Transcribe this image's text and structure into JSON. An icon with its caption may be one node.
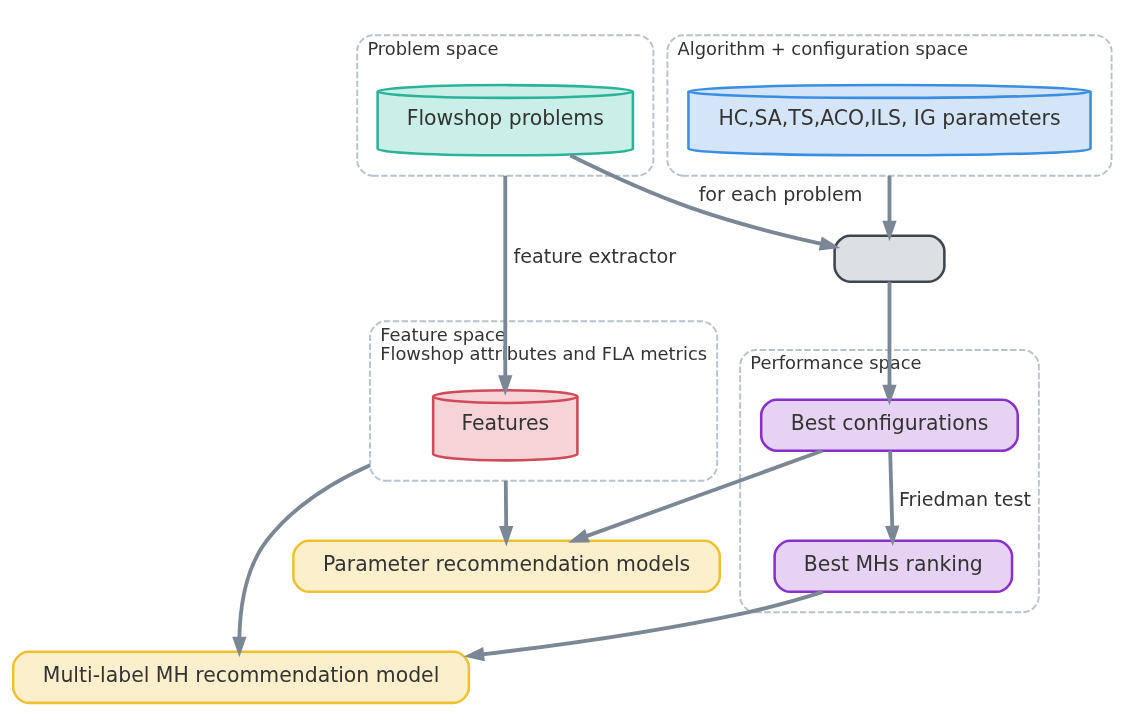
{
  "diagram": {
    "nodes": [
      {
        "text": [
          "Problem space"
        ]
      },
      {
        "text": [
          "Flowshop problems"
        ],
        "in": 0
      },
      {
        "text": [
          "Feature space",
          "Flowshop attributes and FLA metrics"
        ]
      },
      {
        "text": [
          "Features"
        ],
        "in": 2
      },
      {
        "text": [],
        "shape": "box"
      },
      {
        "text": [
          "Algorithm + configuration space"
        ]
      },
      {
        "text": [
          "HC,SA,TS,ACO,ILS, IG parameters"
        ],
        "in": 5
      },
      {
        "text": [
          "Performance space"
        ]
      },
      {
        "text": [
          "Best configurations"
        ],
        "in": 7
      },
      {
        "text": [
          "Best MHs ranking"
        ],
        "in": 7
      },
      {
        "text": [
          "Multi-label MH recommendation model"
        ]
      },
      {
        "text": [
          "Parameter recommendation models"
        ]
      }
    ],
    "edges": [
      {
        "from": 1,
        "to": 4,
        "arrow": "to",
        "label": "for each problem"
      },
      {
        "from": 5,
        "to": 4,
        "arrow": "to"
      },
      {
        "from": 4,
        "to": 8,
        "arrow": "to"
      },
      {
        "from": 8,
        "to": 9,
        "arrow": "to",
        "label": "Friedman test"
      },
      {
        "from": 0,
        "to": 3,
        "arrow": "to",
        "label": "feature extractor"
      },
      {
        "from": 9,
        "to": 10,
        "arrow": "to"
      },
      {
        "from": 8,
        "to": 11,
        "arrow": "to"
      },
      {
        "from": 2,
        "to": 10,
        "arrow": "to"
      },
      {
        "from": 2,
        "to": 11,
        "arrow": "to"
      }
    ]
  }
}
